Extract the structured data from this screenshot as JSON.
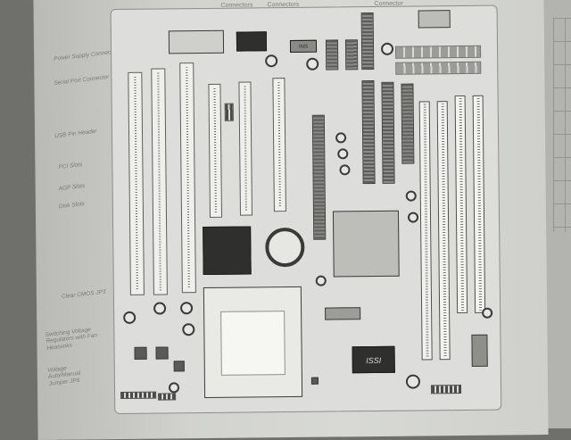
{
  "figure": {
    "top_labels": [
      "Connectors",
      "Connectors",
      "Connector"
    ],
    "left_labels": [
      "Power Supply Connectors",
      "Serial Port Connector",
      "USB Pin Header",
      "PCI Slots",
      "AGP Slots",
      "Disk Slots"
    ],
    "jumper_labels": [
      "Clear CMOS JP3",
      "Switching Voltage Regulators with Fan Heatsinks",
      "Voltage Auto/Manual Jumper JP8"
    ],
    "chip_labels": {
      "bios_chip": "ISSI",
      "small_chip": "INS"
    }
  }
}
